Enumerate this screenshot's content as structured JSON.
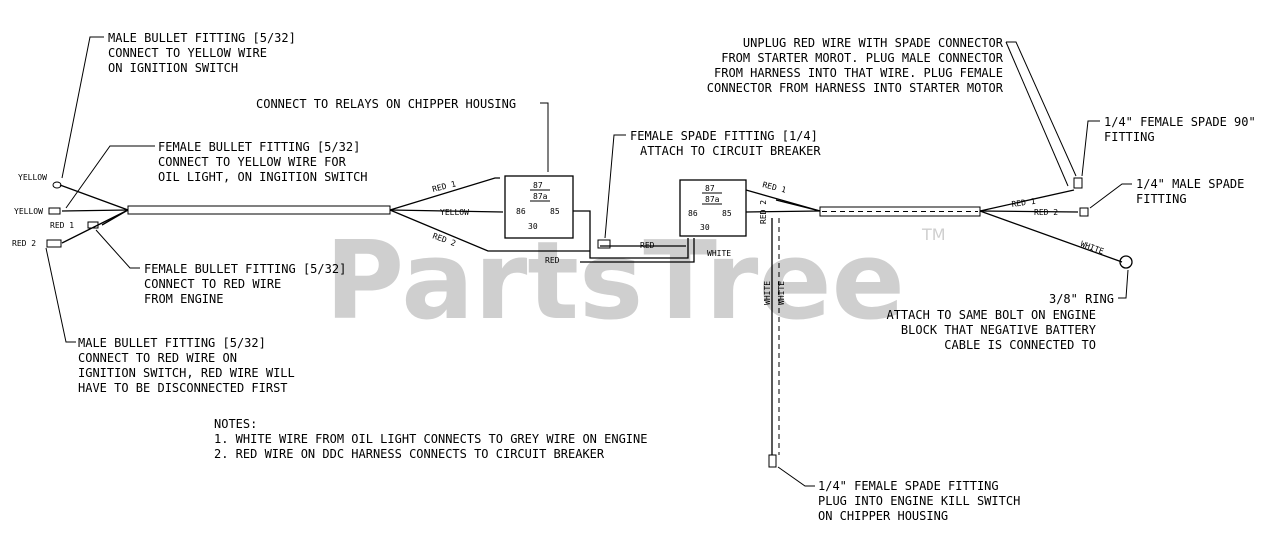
{
  "watermark": {
    "brand": "PartsTree",
    "trademark": "TM"
  },
  "callouts": {
    "male_bullet_yellow": [
      "MALE BULLET FITTING [5/32]",
      "CONNECT TO YELLOW WIRE",
      "ON IGNITION SWITCH"
    ],
    "relays": [
      "CONNECT TO RELAYS ON CHIPPER HOUSING"
    ],
    "female_bullet_yellow": [
      "FEMALE BULLET FITTING [5/32]",
      "CONNECT TO YELLOW WIRE FOR",
      "OIL LIGHT, ON INGITION SWITCH"
    ],
    "female_spade_breaker": [
      "FEMALE SPADE FITTING [1/4]",
      "ATTACH TO CIRCUIT BREAKER"
    ],
    "female_bullet_red": [
      "FEMALE BULLET FITTING [5/32]",
      "CONNECT TO RED WIRE",
      "FROM ENGINE"
    ],
    "male_bullet_red": [
      "MALE BULLET FITTING [5/32]",
      "CONNECT TO RED WIRE ON",
      "IGNITION SWITCH, RED WIRE WILL",
      "HAVE TO BE DISCONNECTED FIRST"
    ],
    "unplug_red": [
      "UNPLUG RED WIRE WITH SPADE CONNECTOR",
      "FROM STARTER MOROT. PLUG MALE CONNECTOR",
      "FROM HARNESS INTO THAT WIRE. PLUG FEMALE",
      "CONNECTOR FROM HARNESS INTO STARTER MOTOR"
    ],
    "female_spade_90": [
      "1/4\" FEMALE SPADE 90\"",
      "FITTING"
    ],
    "male_spade": [
      "1/4\" MALE SPADE",
      "FITTING"
    ],
    "ring": [
      "3/8\" RING",
      "ATTACH TO SAME BOLT ON ENGINE",
      "BLOCK THAT NEGATIVE BATTERY",
      "CABLE IS CONNECTED TO"
    ],
    "kill_switch": [
      "1/4\" FEMALE SPADE FITTING",
      "PLUG INTO ENGINE KILL SWITCH",
      "ON CHIPPER HOUSING"
    ]
  },
  "notes": {
    "title": "NOTES:",
    "items": [
      "1. WHITE WIRE FROM OIL LIGHT CONNECTS TO GREY WIRE ON ENGINE",
      "2. RED WIRE ON DDC HARNESS CONNECTS TO CIRCUIT BREAKER"
    ]
  },
  "wire_labels": {
    "yellow_top": "YELLOW",
    "yellow_left": "YELLOW",
    "red1_left": "RED 1",
    "red2_left": "RED 2",
    "red1_mid": "RED 1",
    "yellow_mid": "YELLOW",
    "red2_mid": "RED 2",
    "red_low": "RED",
    "red_mid2": "RED",
    "white_relay": "WHITE",
    "red1_relay2": "RED 1",
    "red2_vert": "RED 2",
    "white_vert_a": "WHITE",
    "white_vert_b": "WHITE",
    "red1_right": "RED 1",
    "red2_right": "RED 2",
    "white_right": "WHITE"
  },
  "relays": {
    "relay1": {
      "t87": "87",
      "t87a": "87a",
      "t86": "86",
      "t85": "85",
      "t30": "30"
    },
    "relay2": {
      "t87": "87",
      "t87a": "87a",
      "t86": "86",
      "t85": "85",
      "t30": "30"
    }
  }
}
